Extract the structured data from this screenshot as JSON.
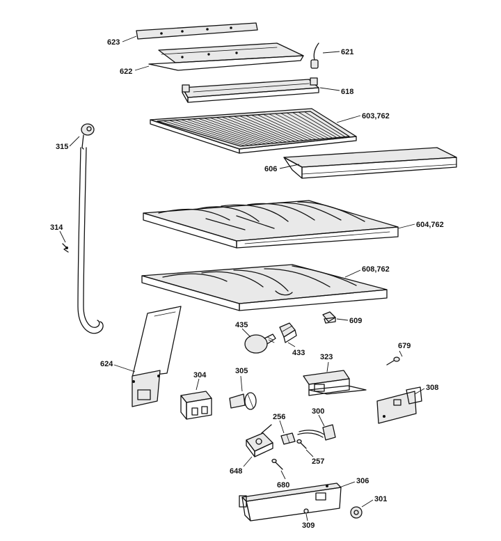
{
  "colors": {
    "line": "#111111",
    "background": "#ffffff",
    "shade": "#e9e9e9"
  },
  "callouts": {
    "c623": "623",
    "c621": "621",
    "c622": "622",
    "c618": "618",
    "c603": "603,762",
    "c315": "315",
    "c606": "606",
    "c314": "314",
    "c604": "604,762",
    "c608": "608,762",
    "c435": "435",
    "c609": "609",
    "c433": "433",
    "c679": "679",
    "c624": "624",
    "c323": "323",
    "c304": "304",
    "c305": "305",
    "c308": "308",
    "c256": "256",
    "c300": "300",
    "c257": "257",
    "c648": "648",
    "c680": "680",
    "c306": "306",
    "c301": "301",
    "c309": "309"
  }
}
